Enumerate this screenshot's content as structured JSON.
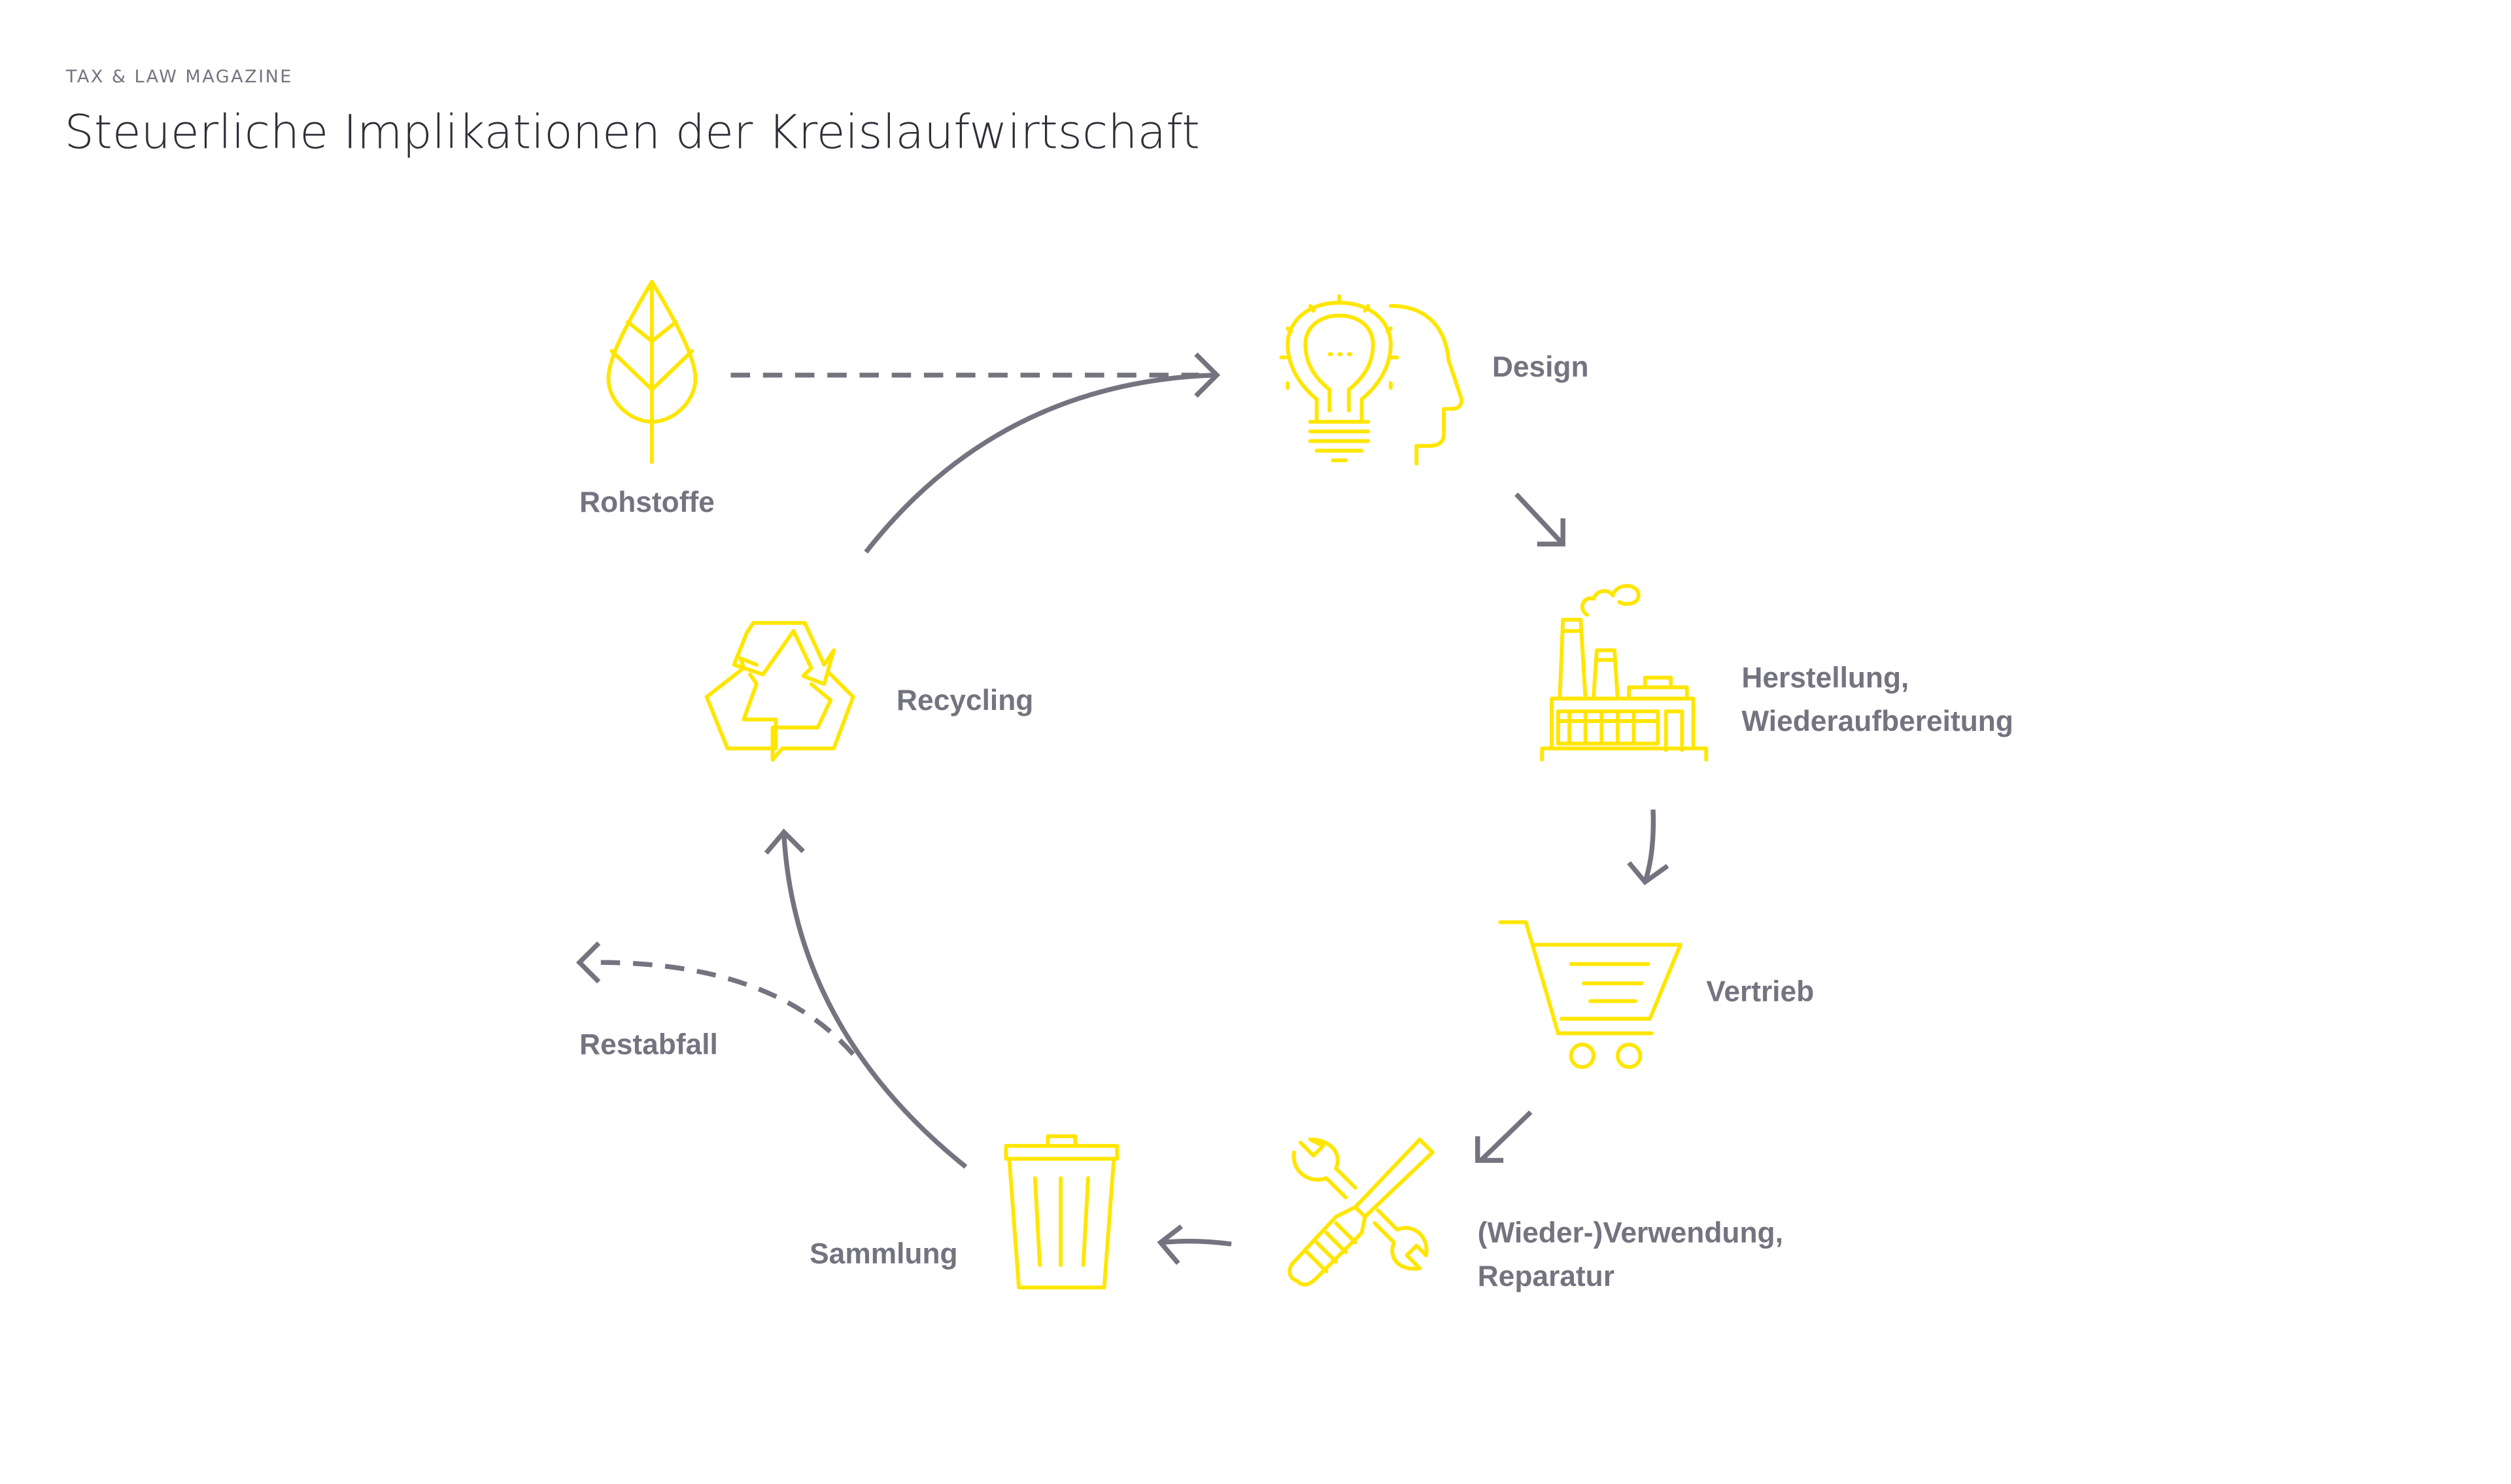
{
  "header": {
    "kicker": "TAX & LAW MAGAZINE",
    "title": "Steuerliche Implikationen der Kreislaufwirtschaft"
  },
  "colors": {
    "icon": "#FFE600",
    "arrow": "#747480",
    "title": "#2E2E38"
  },
  "stages": {
    "rohstoffe": {
      "label": "Rohstoffe",
      "icon": "leaf-icon"
    },
    "design": {
      "label": "Design",
      "icon": "lightbulb-head-icon"
    },
    "herstellung": {
      "line1": "Herstellung,",
      "line2": "Wiederaufbereitung",
      "icon": "factory-icon"
    },
    "vertrieb": {
      "label": "Vertrieb",
      "icon": "shopping-cart-icon"
    },
    "verwendung": {
      "line1": "(Wieder-)Verwendung,",
      "line2": "Reparatur",
      "icon": "tools-icon"
    },
    "sammlung": {
      "label": "Sammlung",
      "icon": "trash-bin-icon"
    },
    "recycling": {
      "label": "Recycling",
      "icon": "recycle-icon"
    },
    "restabfall": {
      "label": "Restabfall"
    }
  }
}
